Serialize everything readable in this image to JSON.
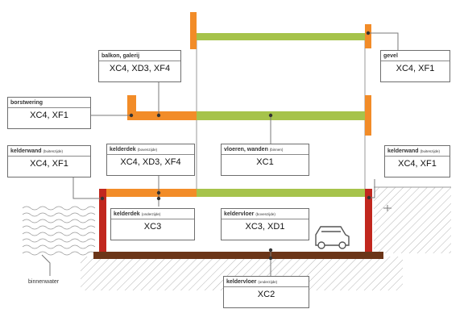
{
  "colors": {
    "green": "#a6c34b",
    "orange": "#f28c28",
    "red": "#c1271e",
    "brown": "#6b3518",
    "leader": "#7a7a7a",
    "hatch": "#b5b5b5"
  },
  "labels": {
    "balkon": {
      "title": "balkon, galerij",
      "sub": "",
      "classes": "XC4, XD3, XF4"
    },
    "gevel": {
      "title": "gevel",
      "sub": "",
      "classes": "XC4, XF1"
    },
    "borstwering": {
      "title": "borstwering",
      "sub": "",
      "classes": "XC4, XF1"
    },
    "kelderwand_left": {
      "title": "kelderwand",
      "sub": "(buitenzijde)",
      "classes": "XC4, XF1"
    },
    "kelderdek_top": {
      "title": "kelderdek",
      "sub": "(bovenzijde)",
      "classes": "XC4, XD3, XF4"
    },
    "vloeren": {
      "title": "vloeren, wanden",
      "sub": "(binnen)",
      "classes": "XC1"
    },
    "kelderwand_right": {
      "title": "kelderwand",
      "sub": "(buitenzijde)",
      "classes": "XC4, XF1"
    },
    "kelderdek_under": {
      "title": "kelderdek",
      "sub": "(onderzijde)",
      "classes": "XC3"
    },
    "keldervloer_top": {
      "title": "keldervloer",
      "sub": "(bovenzijde)",
      "classes": "XC3, XD1"
    },
    "keldervloer_under": {
      "title": "keldervloer",
      "sub": "(onderzijde)",
      "classes": "XC2"
    }
  },
  "water_label": "binnenwater"
}
